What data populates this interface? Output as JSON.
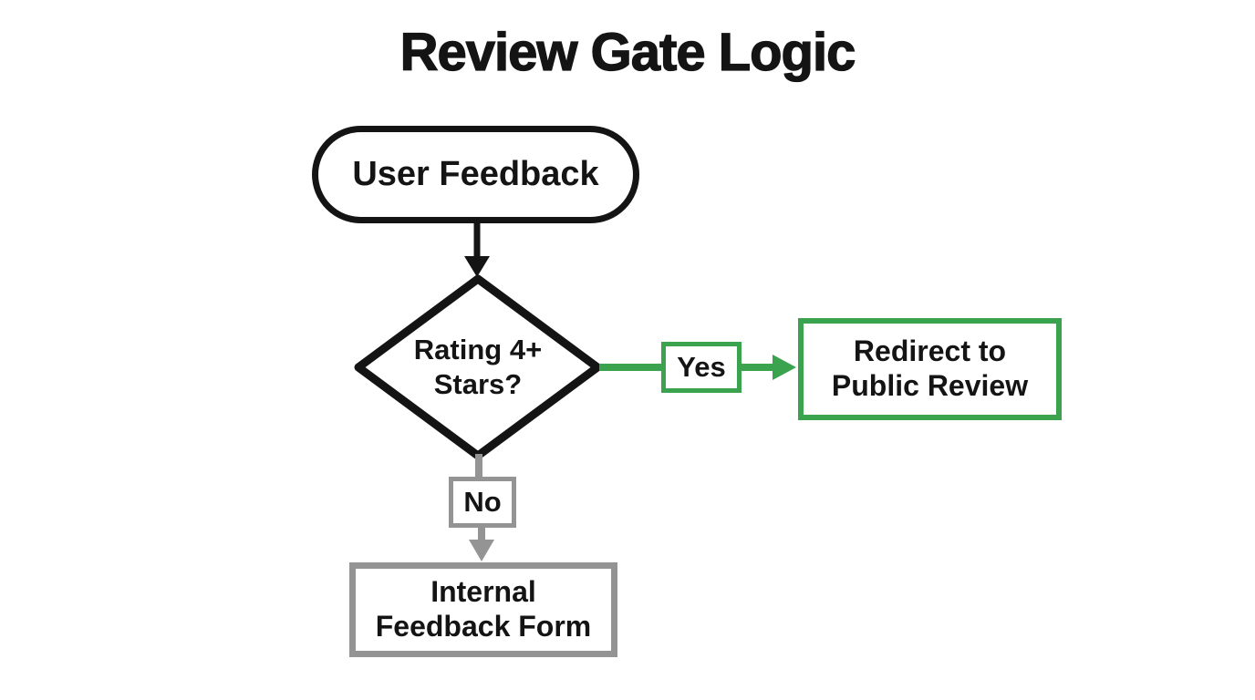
{
  "title": "Review Gate Logic",
  "colors": {
    "ink": "#141414",
    "accent_green": "#3ba24e",
    "neutral_gray": "#949494",
    "background": "#ffffff"
  },
  "nodes": {
    "start": {
      "type": "terminator",
      "label": "User Feedback"
    },
    "decision": {
      "type": "decision",
      "line1": "Rating 4+",
      "line2": "Stars?"
    },
    "public_review": {
      "type": "process",
      "line1": "Redirect to",
      "line2": "Public Review"
    },
    "internal_form": {
      "type": "process",
      "line1": "Internal",
      "line2": "Feedback Form"
    }
  },
  "edges": {
    "start_to_decision": {
      "from": "start",
      "to": "decision",
      "label": ""
    },
    "yes_branch": {
      "from": "decision",
      "to": "public_review",
      "label": "Yes"
    },
    "no_branch": {
      "from": "decision",
      "to": "internal_form",
      "label": "No"
    }
  }
}
